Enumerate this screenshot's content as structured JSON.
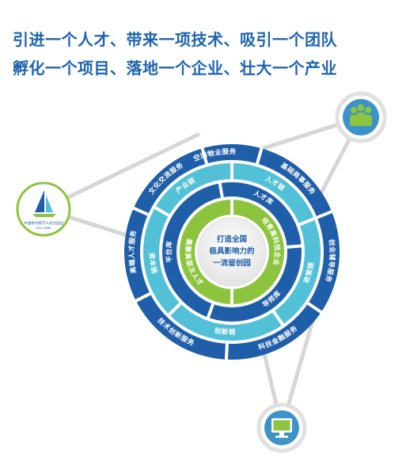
{
  "headline": {
    "line1": "引进一个人才、带来一项技术、吸引一个团队",
    "line2": "孵化一个项目、落地一个企业、壮大一个产业"
  },
  "center": {
    "line1": "打造全国",
    "line2": "极具影响力的",
    "line3": "一流留创园"
  },
  "inner_ring": {
    "labels": [
      "集聚高层次人才",
      "培育高科技企业"
    ]
  },
  "middle_ring": {
    "labels": [
      "人才库",
      "导师库",
      "平台库"
    ]
  },
  "chain_ring": {
    "labels": [
      "产业链",
      "人才链",
      "政策链",
      "创新链",
      "资本链"
    ]
  },
  "service_ring": {
    "labels": [
      "空间物业服务",
      "基础商事服务",
      "创业辅导服务",
      "科技金融服务",
      "技术创新服务",
      "高端人才服务",
      "文化交流服务"
    ]
  },
  "logo": {
    "text": "中国杭州留学人员创业园",
    "subtext": "ZOLL PARK"
  },
  "icons": [
    "people-icon",
    "monitor-icon",
    "sailboat-logo"
  ],
  "colors": {
    "title_blue": "#1f64b0",
    "outer_ring": "#1f5ea8",
    "chain_ring": "#52c0d6",
    "middle_ring": "#1f5ea8",
    "inner_ring": "#8cc43d",
    "connector": "#d6d6d6",
    "icon_blue": "#3d93c9"
  }
}
